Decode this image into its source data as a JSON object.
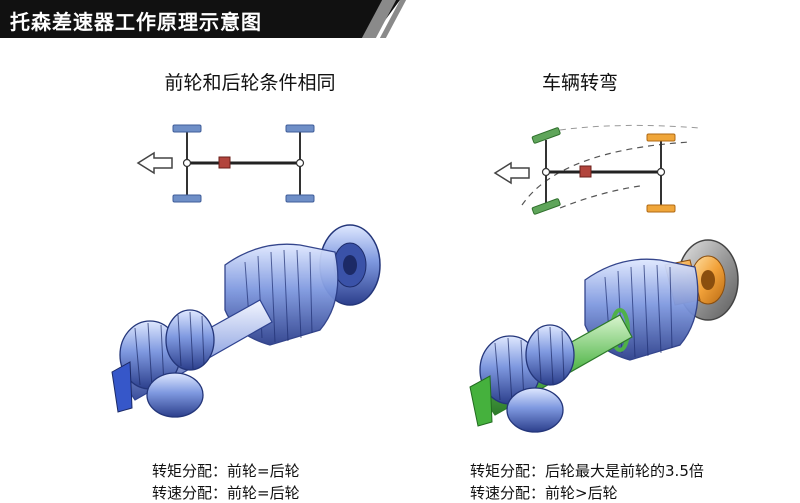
{
  "header": {
    "title": "托森差速器工作原理示意图"
  },
  "panels": {
    "left": {
      "title": "前轮和后轮条件相同",
      "caption_torque": "转矩分配：前轮=后轮",
      "caption_speed": "转速分配：前轮=后轮"
    },
    "right": {
      "title": "车辆转弯",
      "caption_torque": "转矩分配：后轮最大是前轮的3.5倍",
      "caption_speed": "转速分配：前轮>后轮"
    }
  },
  "colors": {
    "title_bar": "#111111",
    "wheel_equal": "#6f8fc7",
    "wheel_front_turn": "#5fa55a",
    "wheel_rear_turn": "#f0a63a",
    "diff_center": "#b2453d",
    "gear_blue": "#4a6fd1",
    "shaft_green": "#4fb14a",
    "flange_orange": "#f2a23a"
  },
  "icons": {
    "direction_arrow": "left-arrow-icon"
  }
}
